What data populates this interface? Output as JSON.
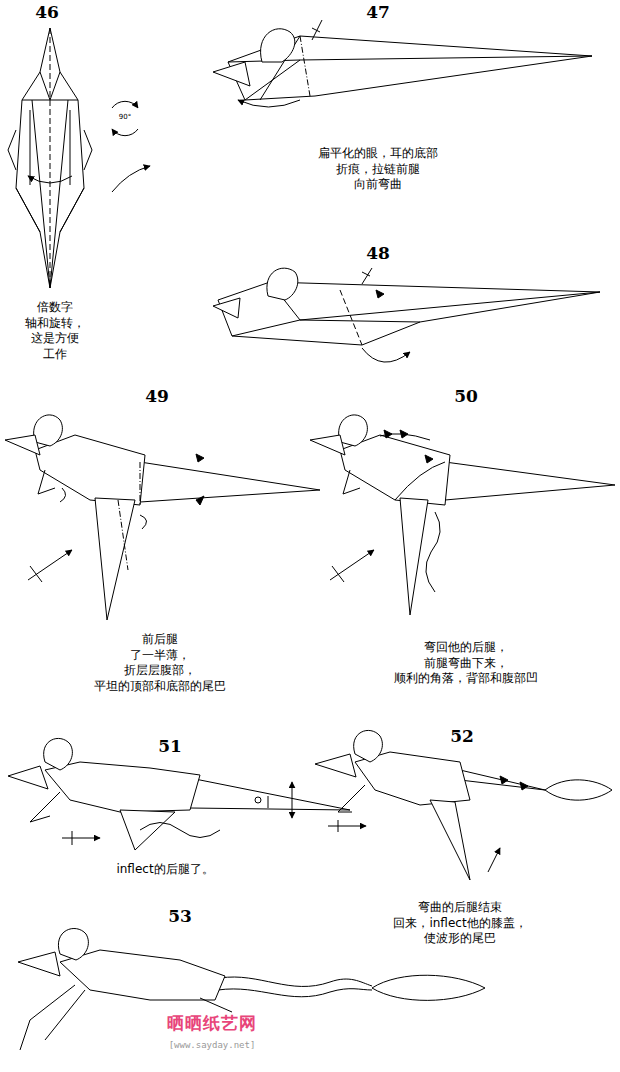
{
  "diagram": {
    "labels": [
      "46",
      "倍数字 轴和旋转， 这是方便 工作",
      "90°",
      "47",
      "扁平化的眼，耳的底部 折痕，拉链前腿 向前弯曲",
      "48",
      "49",
      "50",
      "前后腿 了一半薄， 折层层腹部， 平坦的顶部和底部的尾巴",
      "弯回他的后腿， 前腿弯曲下来， 顺利的角落，背部和腹部凹",
      "51",
      "52",
      "inflect的后腿了。",
      "弯曲的后腿结束 回来，inflect他的膝盖， 使波形的尾巴",
      "53",
      "晒晒纸艺网",
      "[www.sayday.net]"
    ]
  }
}
